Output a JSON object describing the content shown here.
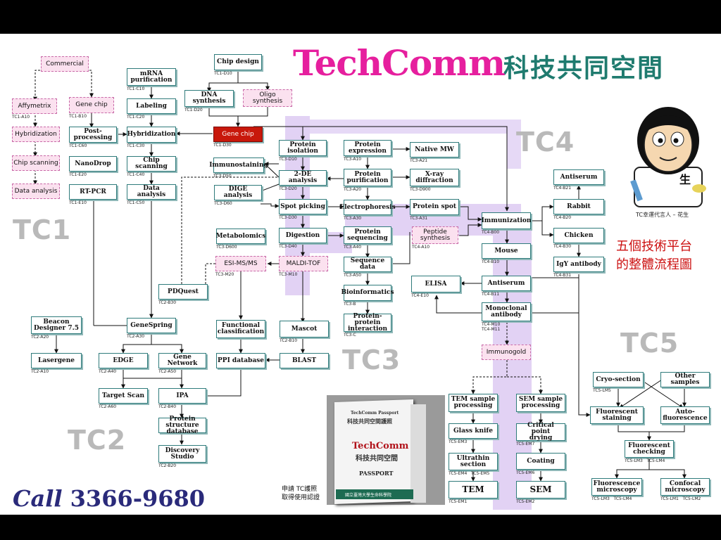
{
  "header": {
    "title_en": "TechComm",
    "title_zh": "科技共同空間"
  },
  "platform_labels": {
    "tc1": "TC1",
    "tc2": "TC2",
    "tc3": "TC3",
    "tc4": "TC4",
    "tc5": "TC5"
  },
  "mascot": {
    "caption": "TC幸運代言人 – 花生",
    "badge": "生"
  },
  "note": {
    "line1": "五個技術平台",
    "line2": "的整體流程圖"
  },
  "call": {
    "prefix": "Call",
    "number": "3366-9680"
  },
  "passport_apply": {
    "line1": "申請 TC護照",
    "line2": "取得使用認證"
  },
  "passport": {
    "line1": "TechComm Passport",
    "line2": "科技共同空間護照",
    "line3": "TechComm",
    "line4": "科技共同空間",
    "line5": "PASSPORT",
    "line6": "國立臺灣大學生命科學院"
  },
  "nodes": {
    "commercial": {
      "label": "Commercial"
    },
    "affymetrix": {
      "label": "Affymetrix",
      "code": "TC1-A10"
    },
    "genechip1": {
      "label": "Gene chip",
      "code": "TC1-B10"
    },
    "hyb1": {
      "label": "Hybridization"
    },
    "chipscan1": {
      "label": "Chip scanning"
    },
    "dataan1": {
      "label": "Data analysis"
    },
    "postproc": {
      "label": "Post-processing",
      "code": "TC1-C60"
    },
    "nanodrop": {
      "label": "NanoDrop",
      "code": "TC1-E20"
    },
    "rtpcr": {
      "label": "RT-PCR",
      "code": "TC1-E10"
    },
    "mrna": {
      "label": "mRNA\npurification",
      "code": "TC1-C10"
    },
    "labeling": {
      "label": "Labeling",
      "code": "TC1-C20"
    },
    "hyb2": {
      "label": "Hybridization",
      "code": "TC1-C30"
    },
    "chipscan2": {
      "label": "Chip scanning",
      "code": "TC1-C40"
    },
    "dataan2": {
      "label": "Data analysis",
      "code": "TC1-C50"
    },
    "chipdesign": {
      "label": "Chip design",
      "code": "TC1-D10"
    },
    "dnasyn": {
      "label": "DNA synthesis",
      "code": "TC1-D20"
    },
    "oligo": {
      "label": "Oligo\nsynthesis"
    },
    "genechipred": {
      "label": "Gene chip",
      "code": "TC1-D30"
    },
    "beacon": {
      "label": "Beacon\nDesigner 7.5",
      "code": "TC2-A20"
    },
    "lasergene": {
      "label": "Lasergene",
      "code": "TC2-A10"
    },
    "genespring": {
      "label": "GeneSpring",
      "code": "TC2-A30"
    },
    "edge": {
      "label": "EDGE",
      "code": "TC2-A40"
    },
    "genenet": {
      "label": "Gene Network",
      "code": "TC2-A50"
    },
    "targetscan": {
      "label": "Target Scan",
      "code": "TC2-A60"
    },
    "ipa": {
      "label": "IPA",
      "code": "TC2-B40"
    },
    "protdb": {
      "label": "Protein\nstructure database"
    },
    "discovery": {
      "label": "Discovery\nStudio",
      "code": "TC2-B20"
    },
    "pdquest": {
      "label": "PDQuest",
      "code": "TC2-B30"
    },
    "metabolomics": {
      "label": "Metabolomics",
      "code": "TC3-D600"
    },
    "esims": {
      "label": "ESI-MS/MS",
      "code": "TC3-M20"
    },
    "maldi": {
      "label": "MALDI-TOF",
      "code": "TC3-M10"
    },
    "funcclass": {
      "label": "Functional\nclassification"
    },
    "ppidb": {
      "label": "PPI database"
    },
    "mascot": {
      "label": "Mascot",
      "code": "TC2-B10"
    },
    "blast": {
      "label": "BLAST"
    },
    "protiso": {
      "label": "Protein\nisolation",
      "code": "TC3-D10"
    },
    "immunostain": {
      "label": "Immunostaining",
      "code": "TC3-D50"
    },
    "twode": {
      "label": "2-DE analysis",
      "code": "TC3-D20"
    },
    "dige": {
      "label": "DIGE analysis",
      "code": "TC3-D60"
    },
    "spotpick": {
      "label": "Spot picking",
      "code": "TC3-D30"
    },
    "digestion": {
      "label": "Digestion",
      "code": "TC3-D40"
    },
    "protexp": {
      "label": "Protein\nexpression",
      "code": "TC3-A10"
    },
    "nativemw": {
      "label": "Native MW",
      "code": "TC3-A21"
    },
    "protpur": {
      "label": "Protein\npurification",
      "code": "TC3-A20"
    },
    "xray": {
      "label": "X-ray\ndiffraction",
      "code": "TC3-D900"
    },
    "electro": {
      "label": "Electrophoresis",
      "code": "TC3-A30"
    },
    "protspot": {
      "label": "Protein spot",
      "code": "TC3-A31"
    },
    "protseq": {
      "label": "Protein\nsequencing",
      "code": "TC3-A40"
    },
    "peptide": {
      "label": "Peptide\nsynthesis",
      "code": "TC4-A10"
    },
    "seqdata": {
      "label": "Sequence data",
      "code": "TC3-A50"
    },
    "bioinfo": {
      "label": "Bioinformatics",
      "code": "TC3-B"
    },
    "ppi": {
      "label": "Protein-protein\ninteraction",
      "code": "TC3-C"
    },
    "antiserum1": {
      "label": "Antiserum",
      "code": "TC4-B21"
    },
    "rabbit": {
      "label": "Rabbit",
      "code": "TC4-B20"
    },
    "immunization": {
      "label": "Immunization",
      "code": "TC4-B00"
    },
    "chicken": {
      "label": "Chicken",
      "code": "TC4-B30"
    },
    "mouse": {
      "label": "Mouse",
      "code": "TC4-B10"
    },
    "igy": {
      "label": "IgY antibody",
      "code": "TC4-B31"
    },
    "elisa": {
      "label": "ELISA",
      "code": "TC4-E10"
    },
    "antiserum2": {
      "label": "Antiserum",
      "code": "TC4-B11"
    },
    "monoclonal": {
      "label": "Monoclonal\nantibody",
      "code": "TC4-M10\nTC4-M11"
    },
    "immunogold": {
      "label": "Immunogold"
    },
    "temsample": {
      "label": "TEM sample\nprocessing"
    },
    "semsample": {
      "label": "SEM sample\nprocessing"
    },
    "glassknife": {
      "label": "Glass knife",
      "code": "TC5-EM3"
    },
    "critpoint": {
      "label": "Critical point\ndrying",
      "code": "TC5-EM7"
    },
    "ultrathin": {
      "label": "Ultrathin\nsection",
      "code": "TC5-EM4   TC5-EM5"
    },
    "coating": {
      "label": "Coating",
      "code": "TC5-EM6"
    },
    "tem": {
      "label": "TEM",
      "code": "TC5-EM1"
    },
    "sem": {
      "label": "SEM",
      "code": "TC5-EM2"
    },
    "cryo": {
      "label": "Cryo-section",
      "code": "TC5-LM5"
    },
    "othersamp": {
      "label": "Other samples"
    },
    "fluorstain": {
      "label": "Fluorescent\nstaining"
    },
    "autofluor": {
      "label": "Auto-\nfluorescence"
    },
    "fluorcheck": {
      "label": "Fluorescent\nchecking",
      "code": "TC5-LM3   TC5-LM4"
    },
    "fluormicro": {
      "label": "Fluorescence\nmicroscopy",
      "code": "TC5-LM3   TC5-LM4"
    },
    "confocal": {
      "label": "Confocal\nmicroscopy",
      "code": "TC5-LM1   TC5-LM2"
    }
  }
}
